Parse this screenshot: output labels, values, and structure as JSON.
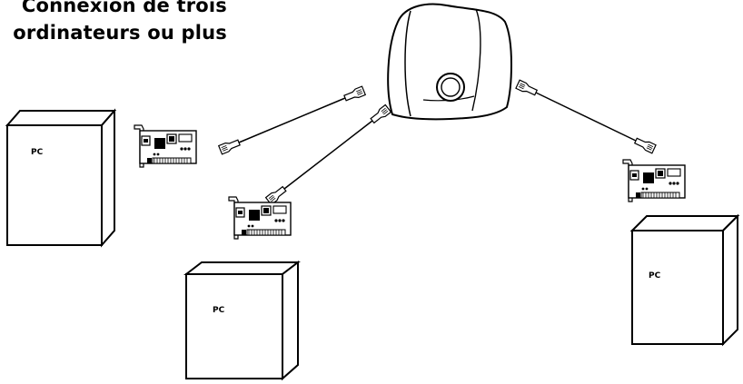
{
  "title": {
    "line1": "Connexion de trois",
    "line2": "ordinateurs ou plus"
  },
  "computers": [
    {
      "label": "PC"
    },
    {
      "label": "PC"
    },
    {
      "label": "PC"
    }
  ]
}
